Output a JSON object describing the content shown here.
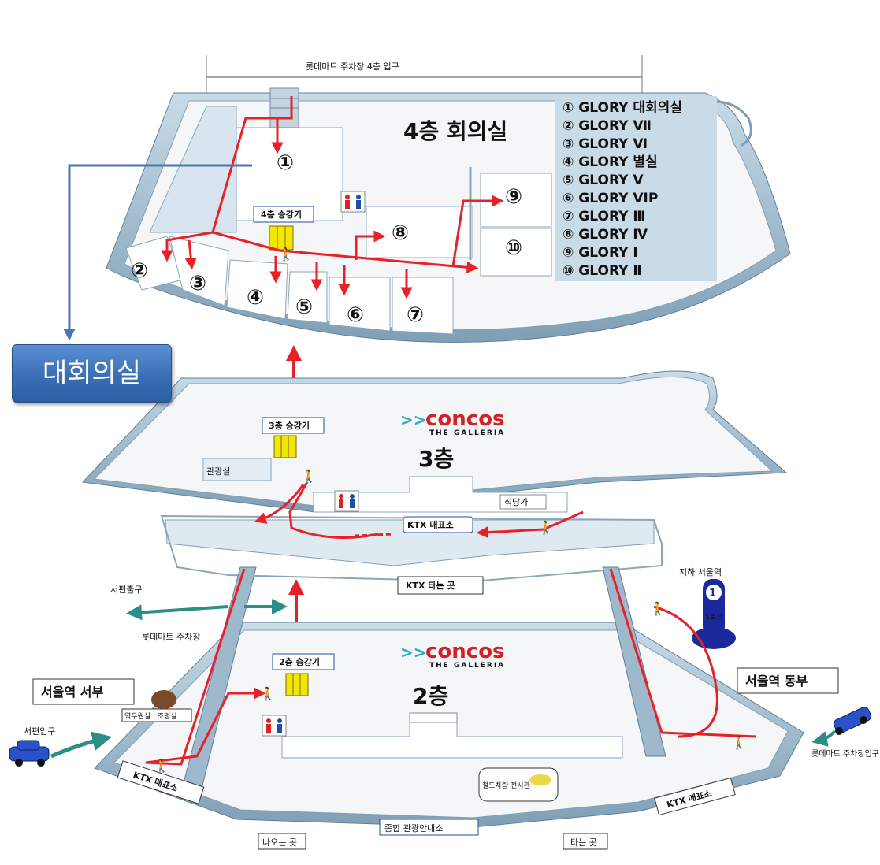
{
  "top_label": "롯데마트 주차장 4층 입구",
  "floor4": {
    "title": "4층 회의실",
    "elevator": "4층 승강기",
    "rooms": [
      "①",
      "②",
      "③",
      "④",
      "⑤",
      "⑥",
      "⑦",
      "⑧",
      "⑨",
      "⑩"
    ],
    "legend": [
      "① GLORY 대회의실",
      "② GLORY Ⅶ",
      "③ GLORY Ⅵ",
      "④ GLORY 별실",
      "⑤ GLORY Ⅴ",
      "⑥ GLORY VIP",
      "⑦ GLORY Ⅲ",
      "⑧ GLORY Ⅳ",
      "⑨ GLORY Ⅰ",
      "⑩ GLORY Ⅱ"
    ]
  },
  "callout": {
    "label": "대회의실"
  },
  "floor3": {
    "brand": "concos",
    "brand_sub": "THE GALLERIA",
    "floor": "3층",
    "elevator": "3층 승강기",
    "room_left": "관광실",
    "shop": "식당가",
    "ktx_ticket": "KTX 매표소",
    "ktx_board": "KTX 타는 곳"
  },
  "floor2": {
    "brand": "concos",
    "brand_sub": "THE GALLERIA",
    "floor": "2층",
    "elevator": "2층 승강기",
    "west_exit": "서편출구",
    "lotte_parking": "롯데마트 주차장",
    "seoul_west": "서울역 서부",
    "west_entrance": "서편입구",
    "west_office": "역무원실 · 조명실",
    "subway": "지하 서울역",
    "subway_line": "1호선",
    "seoul_east": "서울역 동부",
    "lotte_entrance": "롯데마트 주차장입구",
    "ktx_ticket_left": "KTX 매표소",
    "ktx_ticket_right": "KTX 매표소",
    "exit_gate": "나오는 곳",
    "info": "종합 관광안내소",
    "board": "타는 곳",
    "car_center": "철도차량 전시관"
  },
  "colors": {
    "route": "#e8202a",
    "callout": "#3a6fb6",
    "platform": "#a9c3d6",
    "floor": "#f4f6f8"
  },
  "icons": [
    "restroom-icon",
    "elevator-icon",
    "walking-person-icon",
    "car-icon",
    "arrow-icon"
  ]
}
